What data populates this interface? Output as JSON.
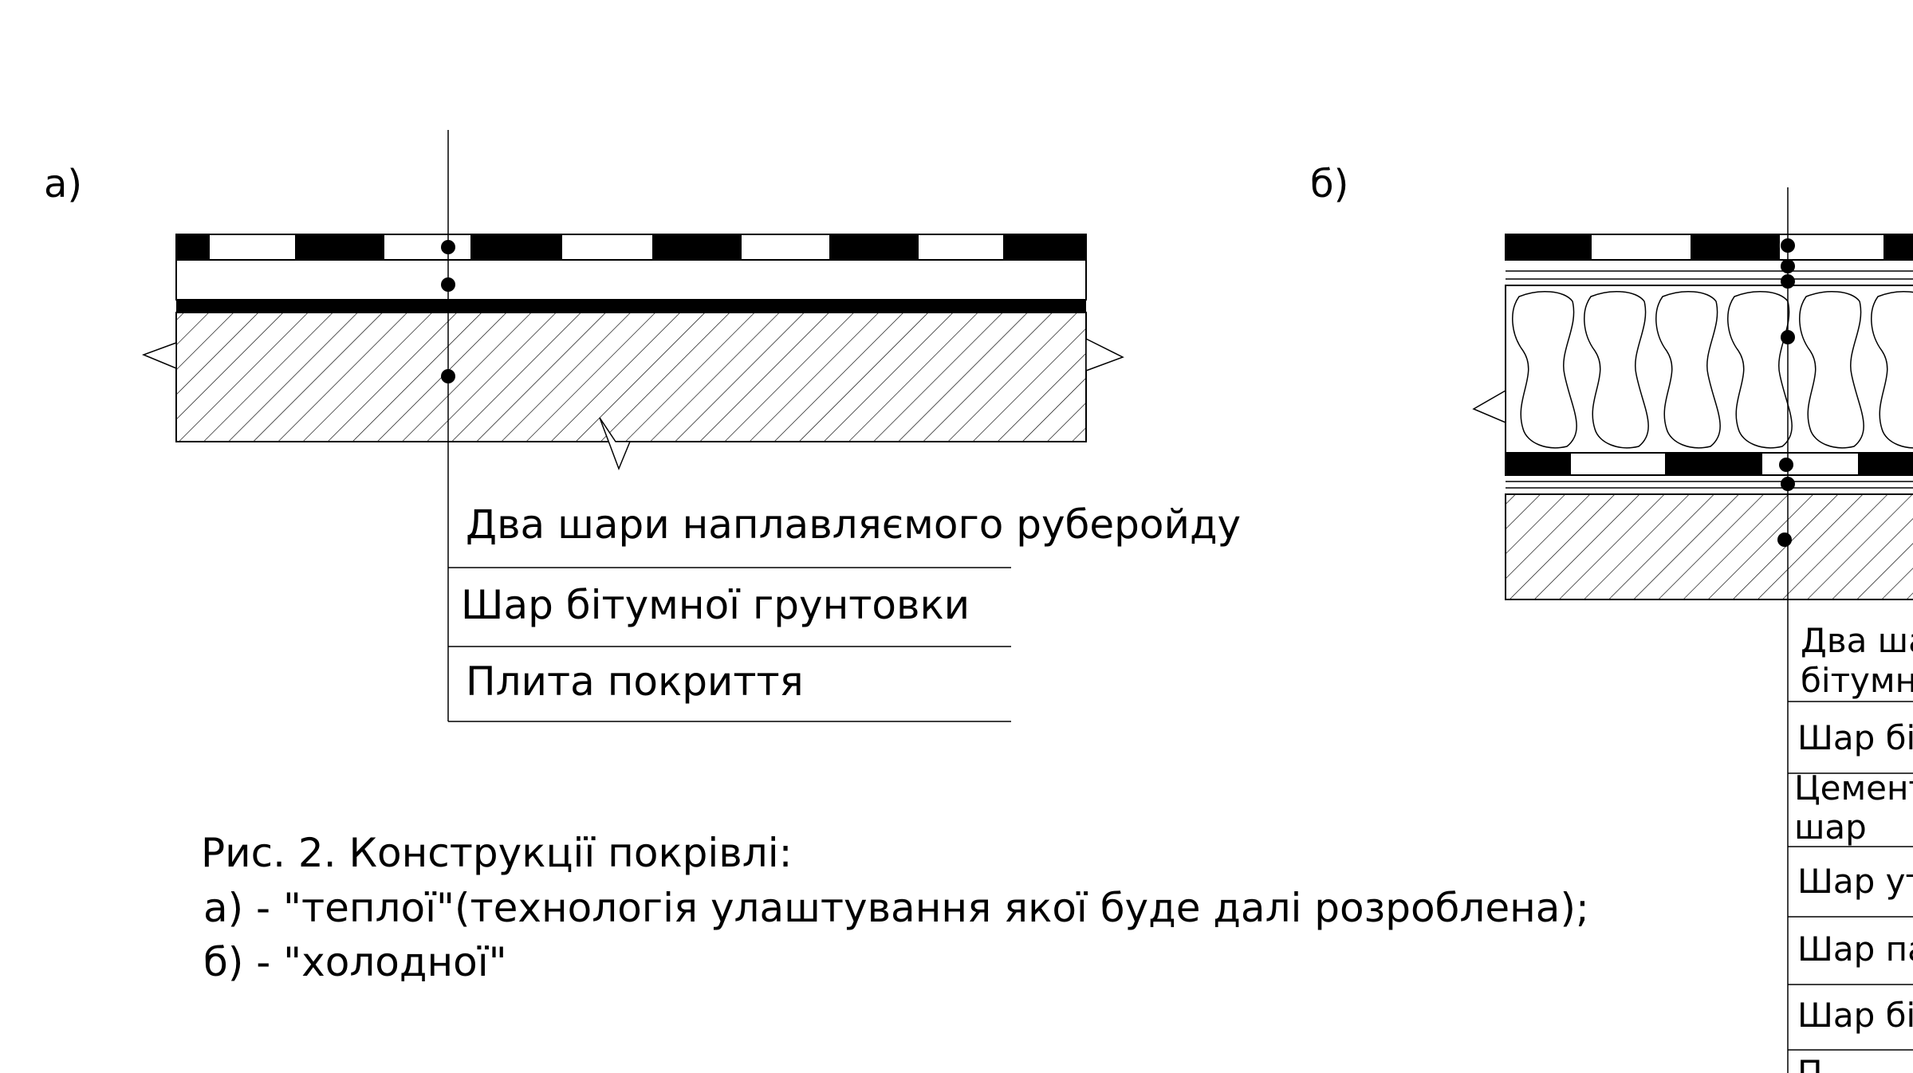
{
  "diagram_a": {
    "label": "а)",
    "callouts": [
      "Два шари наплавляємого руберойду",
      "Шар бітумної грунтовки",
      "Плита покриття"
    ]
  },
  "diagram_b": {
    "label": "б)",
    "callouts": [
      {
        "lines": [
          "Два ша",
          "бітумно"
        ]
      },
      {
        "lines": [
          "Шар бі"
        ]
      },
      {
        "lines": [
          "Цемент",
          "шар"
        ]
      },
      {
        "lines": [
          "Шар ут"
        ]
      },
      {
        "lines": [
          "Шар па"
        ]
      },
      {
        "lines": [
          "Шар бі"
        ]
      },
      {
        "lines": [
          "П"
        ]
      }
    ]
  },
  "caption": {
    "line1": "Рис. 2. Конструкції покрівлі:",
    "line2": "а) - \"теплої\"(технологія улаштування якої буде далі розроблена);",
    "line3": "б) - \"холодної\""
  },
  "colors": {
    "ink": "#000000",
    "paper": "#ffffff"
  }
}
